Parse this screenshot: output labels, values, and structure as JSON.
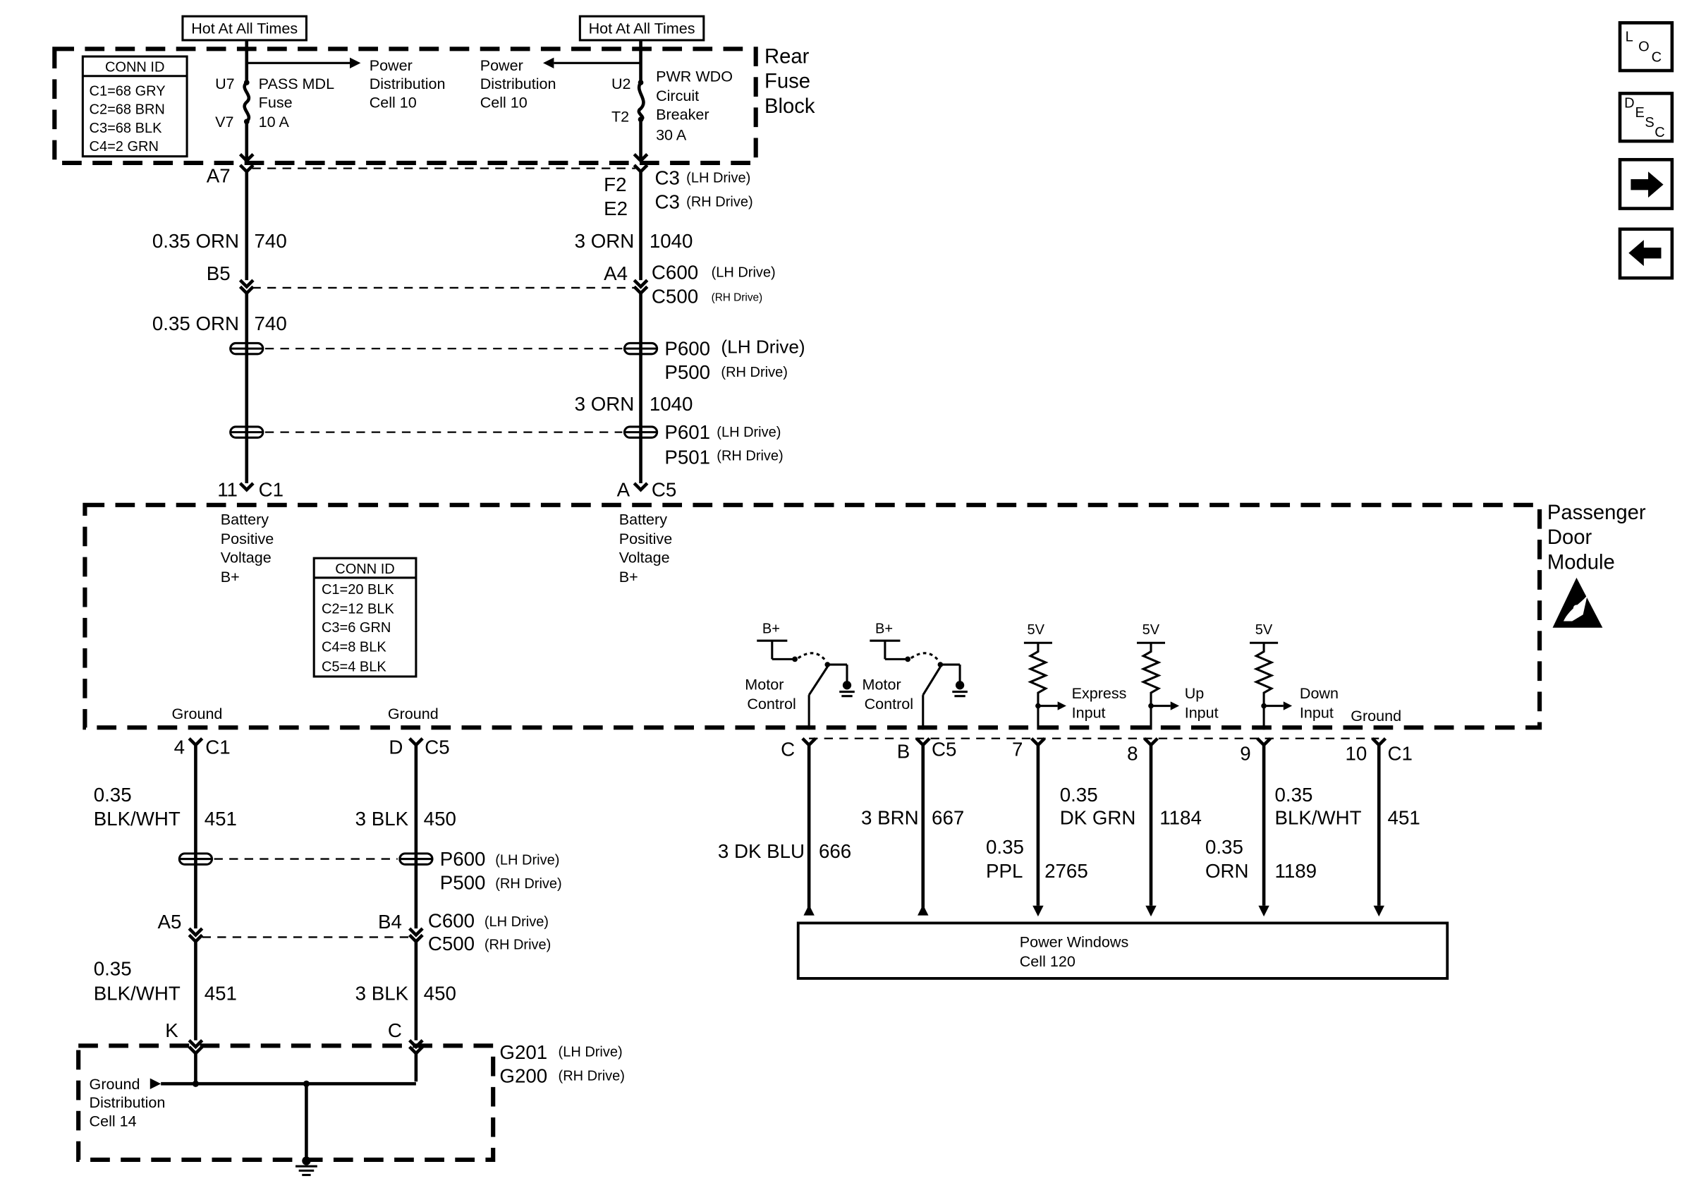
{
  "fuse_block": {
    "title_line1": "Rear",
    "title_line2": "Fuse",
    "title_line3": "Block",
    "hot_left": "Hot At All Times",
    "hot_right": "Hot At All Times",
    "conn_id": {
      "title": "CONN ID",
      "rows": [
        "C1=68 GRY",
        "C2=68 BRN",
        "C3=68 BLK",
        "C4=2 GRN"
      ]
    },
    "left_fuse": {
      "top_pin": "U7",
      "bottom_pin": "V7",
      "name_line1": "PASS MDL",
      "name_line2": "Fuse",
      "name_line3": "10 A",
      "ref_line1": "Power",
      "ref_line2": "Distribution",
      "ref_line3": "Cell 10"
    },
    "right_fuse": {
      "top_pin": "U2",
      "bottom_pin": "T2",
      "name_line1": "PWR WDO",
      "name_line2": "Circuit",
      "name_line3": "Breaker",
      "name_line4": "30 A",
      "ref_line1": "Power",
      "ref_line2": "Distribution",
      "ref_line3": "Cell 10"
    }
  },
  "upper_left": {
    "pin_a7": "A7",
    "wire1": "0.35 ORN",
    "circuit1": "740",
    "pin_b5": "B5",
    "wire2": "0.35 ORN",
    "circuit2": "740",
    "pin_11": "11",
    "conn_c1": "C1"
  },
  "upper_right": {
    "pin_f2": "F2",
    "pin_e2": "E2",
    "c3_lh": "C3",
    "c3_lh_note": "(LH Drive)",
    "c3_rh": "C3",
    "c3_rh_note": "(RH Drive)",
    "wire1": "3 ORN",
    "circuit1": "1040",
    "pin_a4": "A4",
    "c600": "C600",
    "c600_note": "(LH Drive)",
    "c500": "C500",
    "c500_note": "(RH Drive)",
    "p600": "P600",
    "p600_note": "(LH Drive)",
    "p500": "P500",
    "p500_note": "(RH Drive)",
    "wire2": "3 ORN",
    "circuit2": "1040",
    "p601": "P601",
    "p601_note": "(LH Drive)",
    "p501": "P501",
    "p501_note": "(RH Drive)",
    "pin_a": "A",
    "conn_c5": "C5"
  },
  "door_module": {
    "title_line1": "Passenger",
    "title_line2": "Door",
    "title_line3": "Module",
    "bpv_left": [
      "Battery",
      "Positive",
      "Voltage",
      "B+"
    ],
    "bpv_right": [
      "Battery",
      "Positive",
      "Voltage",
      "B+"
    ],
    "conn_id": {
      "title": "CONN ID",
      "rows": [
        "C1=20 BLK",
        "C2=12 BLK",
        "C3=6 GRN",
        "C4=8 BLK",
        "C5=4 BLK"
      ]
    },
    "ground_left": "Ground",
    "ground_mid": "Ground",
    "ground_right": "Ground",
    "motor1": {
      "bplus": "B+",
      "label_line1": "Motor",
      "label_line2": "Control"
    },
    "motor2": {
      "bplus": "B+",
      "label_line1": "Motor",
      "label_line2": "Control"
    },
    "express": {
      "vref": "5V",
      "label_line1": "Express",
      "label_line2": "Input"
    },
    "up": {
      "vref": "5V",
      "label_line1": "Up",
      "label_line2": "Input"
    },
    "down": {
      "vref": "5V",
      "label_line1": "Down",
      "label_line2": "Input"
    }
  },
  "lower_pins": {
    "pin_4": "4",
    "conn_c1_left": "C1",
    "pin_d": "D",
    "conn_c5_left": "C5",
    "pin_c": "C",
    "pin_b": "B",
    "conn_c5_right": "C5",
    "pin_7": "7",
    "pin_8": "8",
    "pin_9": "9",
    "pin_10": "10",
    "conn_c1_right": "C1"
  },
  "lower_left": {
    "w1_size": "0.35",
    "w1_color": "BLK/WHT",
    "w1_circuit": "451",
    "w2": "3 BLK",
    "w2_circuit": "450",
    "p600": "P600",
    "p600_note": "(LH Drive)",
    "p500": "P500",
    "p500_note": "(RH Drive)",
    "pin_a5": "A5",
    "pin_b4": "B4",
    "c600": "C600",
    "c600_note": "(LH Drive)",
    "c500": "C500",
    "c500_note": "(RH Drive)",
    "w3_size": "0.35",
    "w3_color": "BLK/WHT",
    "w3_circuit": "451",
    "w4": "3 BLK",
    "w4_circuit": "450",
    "pin_k": "K",
    "pin_c": "C",
    "g201": "G201",
    "g201_note": "(LH Drive)",
    "g200": "G200",
    "g200_note": "(RH Drive)",
    "ground_ref": [
      "Ground",
      "Distribution",
      "Cell 14"
    ]
  },
  "lower_right": {
    "w_666": "3 DK BLU",
    "c_666": "666",
    "w_667": "3 BRN",
    "c_667": "667",
    "w_2765_size": "0.35",
    "w_2765_color": "PPL",
    "c_2765": "2765",
    "w_1184_size": "0.35",
    "w_1184_color": "DK GRN",
    "c_1184": "1184",
    "w_1189_size": "0.35",
    "w_1189_color": "ORN",
    "c_1189": "1189",
    "w_451_size": "0.35",
    "w_451_color": "BLK/WHT",
    "c_451": "451",
    "target_line1": "Power Windows",
    "target_line2": "Cell 120"
  },
  "nav": {
    "loc_l": "L",
    "loc_o": "O",
    "loc_c": "C",
    "desc_d": "D",
    "desc_e": "E",
    "desc_s": "S",
    "desc_c": "C",
    "next_icon": "right-arrow-icon",
    "prev_icon": "left-arrow-icon"
  }
}
